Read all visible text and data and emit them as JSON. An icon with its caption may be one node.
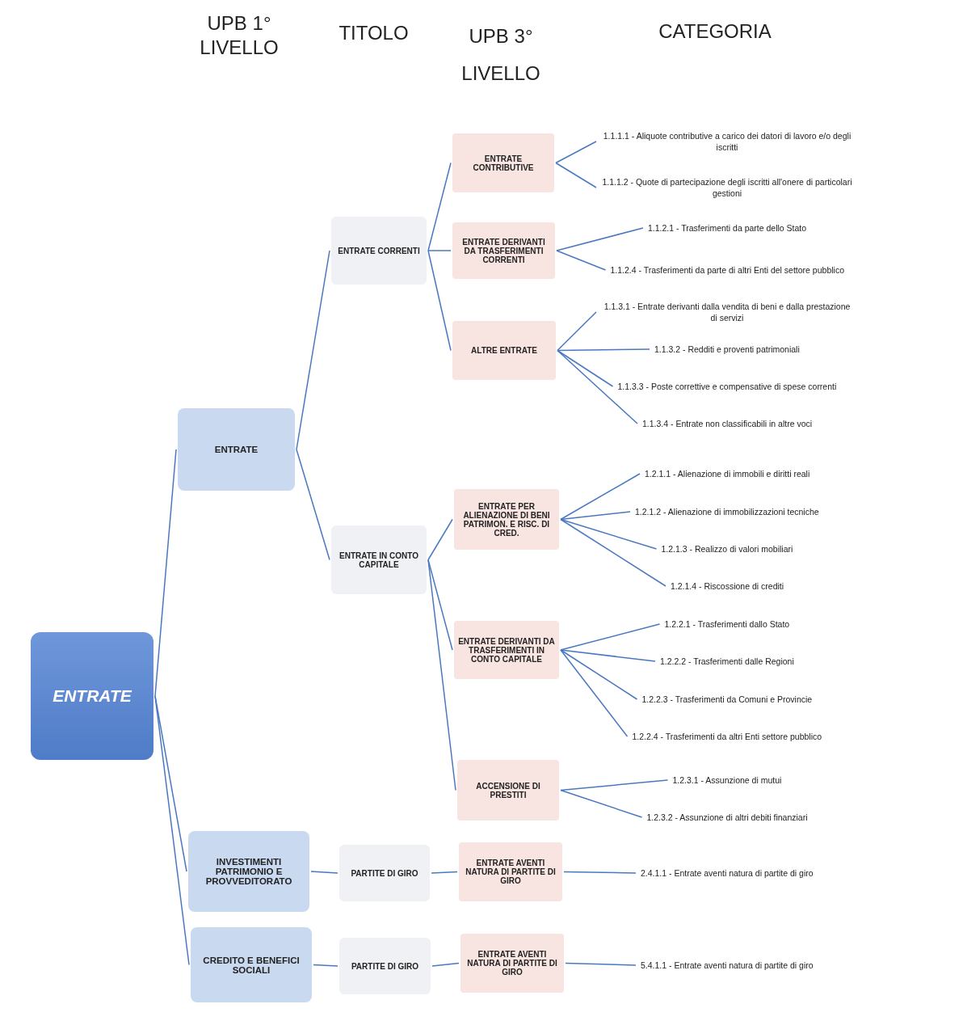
{
  "diagram": {
    "nodes": [
      {
        "text": [
          "ENTRATE"
        ]
      },
      {
        "text": [
          "ENTRATE"
        ]
      },
      {
        "text": [
          "ENTRATE CORRENTI"
        ]
      },
      {
        "text": [
          "ENTRATE CONTRIBUTIVE"
        ]
      },
      {
        "text": [
          "1.1.1.1 - Aliquote contributive a carico dei datori di lavoro e/o degli iscritti"
        ]
      },
      {
        "text": [
          "1.1.1.2 - Quote di partecipazione degli iscritti all'onere di particolari gestioni"
        ]
      },
      {
        "text": [
          "ENTRATE DERIVANTI DA TRASFERIMENTI CORRENTI"
        ]
      },
      {
        "text": [
          "1.1.2.1 - Trasferimenti da parte dello Stato"
        ]
      },
      {
        "text": [
          "1.1.2.4 - Trasferimenti da parte di altri Enti del settore pubblico"
        ]
      },
      {
        "text": [
          "ALTRE ENTRATE"
        ]
      },
      {
        "text": [
          "1.1.3.1 - Entrate derivanti dalla vendita di beni e dalla prestazione di servizi"
        ]
      },
      {
        "text": [
          "1.1.3.2 - Redditi e proventi patrimoniali"
        ]
      },
      {
        "text": [
          "1.1.3.3 - Poste correttive e compensative di spese correnti"
        ]
      },
      {
        "text": [
          "1.1.3.4 - Entrate non classificabili in altre voci"
        ]
      },
      {
        "text": [
          "ENTRATE IN CONTO CAPITALE"
        ]
      },
      {
        "text": [
          "ENTRATE PER ALIENAZIONE DI BENI PATRIMON. E RISC. DI CRED."
        ]
      },
      {
        "text": [
          "1.2.1.1 - Alienazione di immobili e diritti reali"
        ]
      },
      {
        "text": [
          "1.2.1.2 - Alienazione di immobilizzazioni tecniche"
        ]
      },
      {
        "text": [
          "1.2.1.3 - Realizzo di valori mobiliari"
        ]
      },
      {
        "text": [
          "1.2.1.4 - Riscossione di crediti"
        ]
      },
      {
        "text": [
          "ENTRATE DERIVANTI DA TRASFERIMENTI IN CONTO CAPITALE"
        ]
      },
      {
        "text": [
          "1.2.2.1 - Trasferimenti dallo Stato"
        ]
      },
      {
        "text": [
          "1.2.2.2 - Trasferimenti dalle Regioni"
        ]
      },
      {
        "text": [
          "1.2.2.3 - Trasferimenti da Comuni e Provincie"
        ]
      },
      {
        "text": [
          "1.2.2.4 - Trasferimenti da altri Enti settore pubblico"
        ]
      },
      {
        "text": [
          "ACCENSIONE DI PRESTITI"
        ]
      },
      {
        "text": [
          "1.2.3.1 - Assunzione di mutui"
        ]
      },
      {
        "text": [
          "1.2.3.2 - Assunzione di altri debiti finanziari"
        ]
      },
      {
        "text": [
          "INVESTIMENTI PATRIMONIO E PROVVEDITORATO"
        ]
      },
      {
        "text": [
          "PARTITE DI GIRO"
        ]
      },
      {
        "text": [
          "ENTRATE AVENTI NATURA DI PARTITE DI GIRO"
        ]
      },
      {
        "text": [
          "2.4.1.1 - Entrate aventi natura di partite di giro"
        ]
      },
      {
        "text": [
          "CREDITO E BENEFICI SOCIALI"
        ]
      },
      {
        "text": [
          "PARTITE DI GIRO"
        ]
      },
      {
        "text": [
          "ENTRATE AVENTI NATURA DI PARTITE DI GIRO"
        ]
      },
      {
        "text": [
          "5.4.1.1 - Entrate aventi natura di partite di giro"
        ]
      }
    ],
    "edges": [
      {
        "from": 0,
        "to": 1,
        "arrow": "none"
      },
      {
        "from": 0,
        "to": 28,
        "arrow": "none"
      },
      {
        "from": 0,
        "to": 32,
        "arrow": "none"
      },
      {
        "from": 1,
        "to": 2,
        "arrow": "none"
      },
      {
        "from": 1,
        "to": 14,
        "arrow": "none"
      },
      {
        "from": 2,
        "to": 3,
        "arrow": "none"
      },
      {
        "from": 2,
        "to": 6,
        "arrow": "none"
      },
      {
        "from": 2,
        "to": 9,
        "arrow": "none"
      },
      {
        "from": 3,
        "to": 4,
        "arrow": "none"
      },
      {
        "from": 3,
        "to": 5,
        "arrow": "none"
      },
      {
        "from": 6,
        "to": 7,
        "arrow": "none"
      },
      {
        "from": 6,
        "to": 8,
        "arrow": "none"
      },
      {
        "from": 9,
        "to": 10,
        "arrow": "none"
      },
      {
        "from": 9,
        "to": 11,
        "arrow": "none"
      },
      {
        "from": 9,
        "to": 12,
        "arrow": "none"
      },
      {
        "from": 9,
        "to": 13,
        "arrow": "none"
      },
      {
        "from": 14,
        "to": 15,
        "arrow": "none"
      },
      {
        "from": 14,
        "to": 20,
        "arrow": "none"
      },
      {
        "from": 14,
        "to": 25,
        "arrow": "none"
      },
      {
        "from": 15,
        "to": 16,
        "arrow": "none"
      },
      {
        "from": 15,
        "to": 17,
        "arrow": "none"
      },
      {
        "from": 15,
        "to": 18,
        "arrow": "none"
      },
      {
        "from": 15,
        "to": 19,
        "arrow": "none"
      },
      {
        "from": 20,
        "to": 21,
        "arrow": "none"
      },
      {
        "from": 20,
        "to": 22,
        "arrow": "none"
      },
      {
        "from": 20,
        "to": 23,
        "arrow": "none"
      },
      {
        "from": 20,
        "to": 24,
        "arrow": "none"
      },
      {
        "from": 25,
        "to": 26,
        "arrow": "none"
      },
      {
        "from": 25,
        "to": 27,
        "arrow": "none"
      },
      {
        "from": 28,
        "to": 29,
        "arrow": "none"
      },
      {
        "from": 29,
        "to": 30,
        "arrow": "none"
      },
      {
        "from": 30,
        "to": 31,
        "arrow": "none"
      },
      {
        "from": 32,
        "to": 33,
        "arrow": "none"
      },
      {
        "from": 33,
        "to": 34,
        "arrow": "none"
      },
      {
        "from": 34,
        "to": 35,
        "arrow": "none"
      }
    ],
    "labels": [
      "UPB 1° LIVELLO",
      "TITOLO",
      "UPB 3° LIVELLO",
      "CATEGORIA"
    ]
  }
}
